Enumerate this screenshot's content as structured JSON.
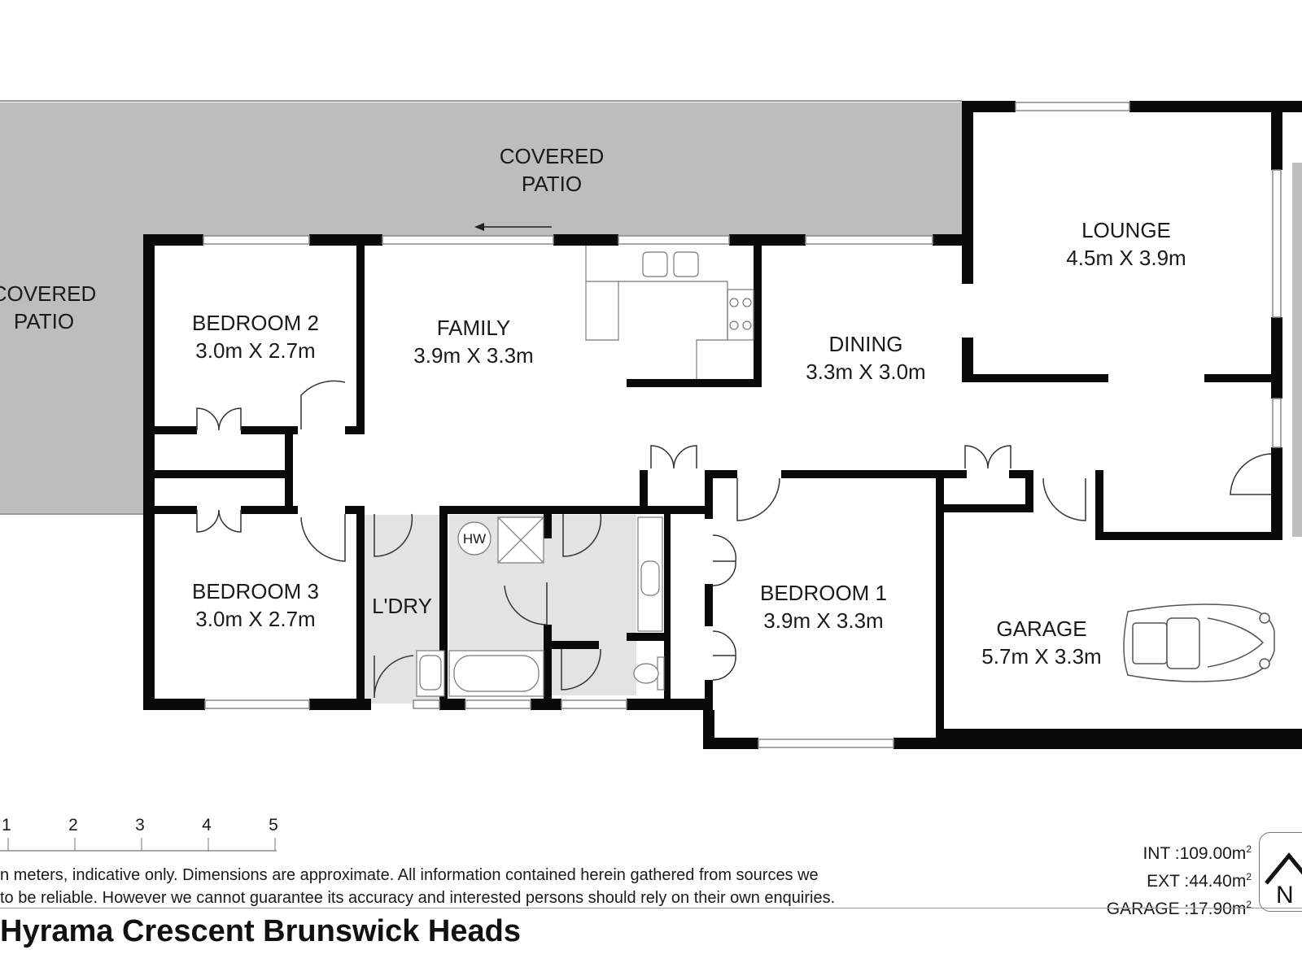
{
  "patio_top": [
    "COVERED",
    "PATIO"
  ],
  "patio_left": [
    "COVERED",
    "PATIO"
  ],
  "rooms": {
    "lounge": {
      "name": "LOUNGE",
      "size": "4.5m X 3.9m"
    },
    "bedroom2": {
      "name": "BEDROOM 2",
      "size": "3.0m X 2.7m"
    },
    "family": {
      "name": "FAMILY",
      "size": "3.9m X 3.3m"
    },
    "dining": {
      "name": "DINING",
      "size": "3.3m X 3.0m"
    },
    "bedroom3": {
      "name": "BEDROOM 3",
      "size": "3.0m X 2.7m"
    },
    "laundry": {
      "name": "L'DRY"
    },
    "hot_water": {
      "name": "HW"
    },
    "bedroom1": {
      "name": "BEDROOM 1",
      "size": "3.9m X 3.3m"
    },
    "garage": {
      "name": "GARAGE",
      "size": "5.7m X 3.3m"
    }
  },
  "scale": {
    "ticks": [
      "1",
      "2",
      "3",
      "4",
      "5"
    ]
  },
  "disclaimer": {
    "line1": "n meters, indicative only. Dimensions are approximate. All information contained herein gathered from sources we",
    "line2": " to be reliable. However we cannot guarantee its accuracy and interested persons should rely on their own enquiries."
  },
  "areas": {
    "int_label": "INT :",
    "int_value": "109.00m",
    "ext_label": "EXT :",
    "ext_value": "44.40m",
    "garage_label": "GARAGE :",
    "garage_value": "17.90m",
    "unit_power": "2"
  },
  "address": "Hyrama Crescent Brunswick Heads",
  "compass": {
    "letter": "N"
  },
  "colors": {
    "wall": "#0a0a0a",
    "patio": "#bdbdbd",
    "wet_area": "#e3e3e3",
    "fixture": "#777777"
  }
}
